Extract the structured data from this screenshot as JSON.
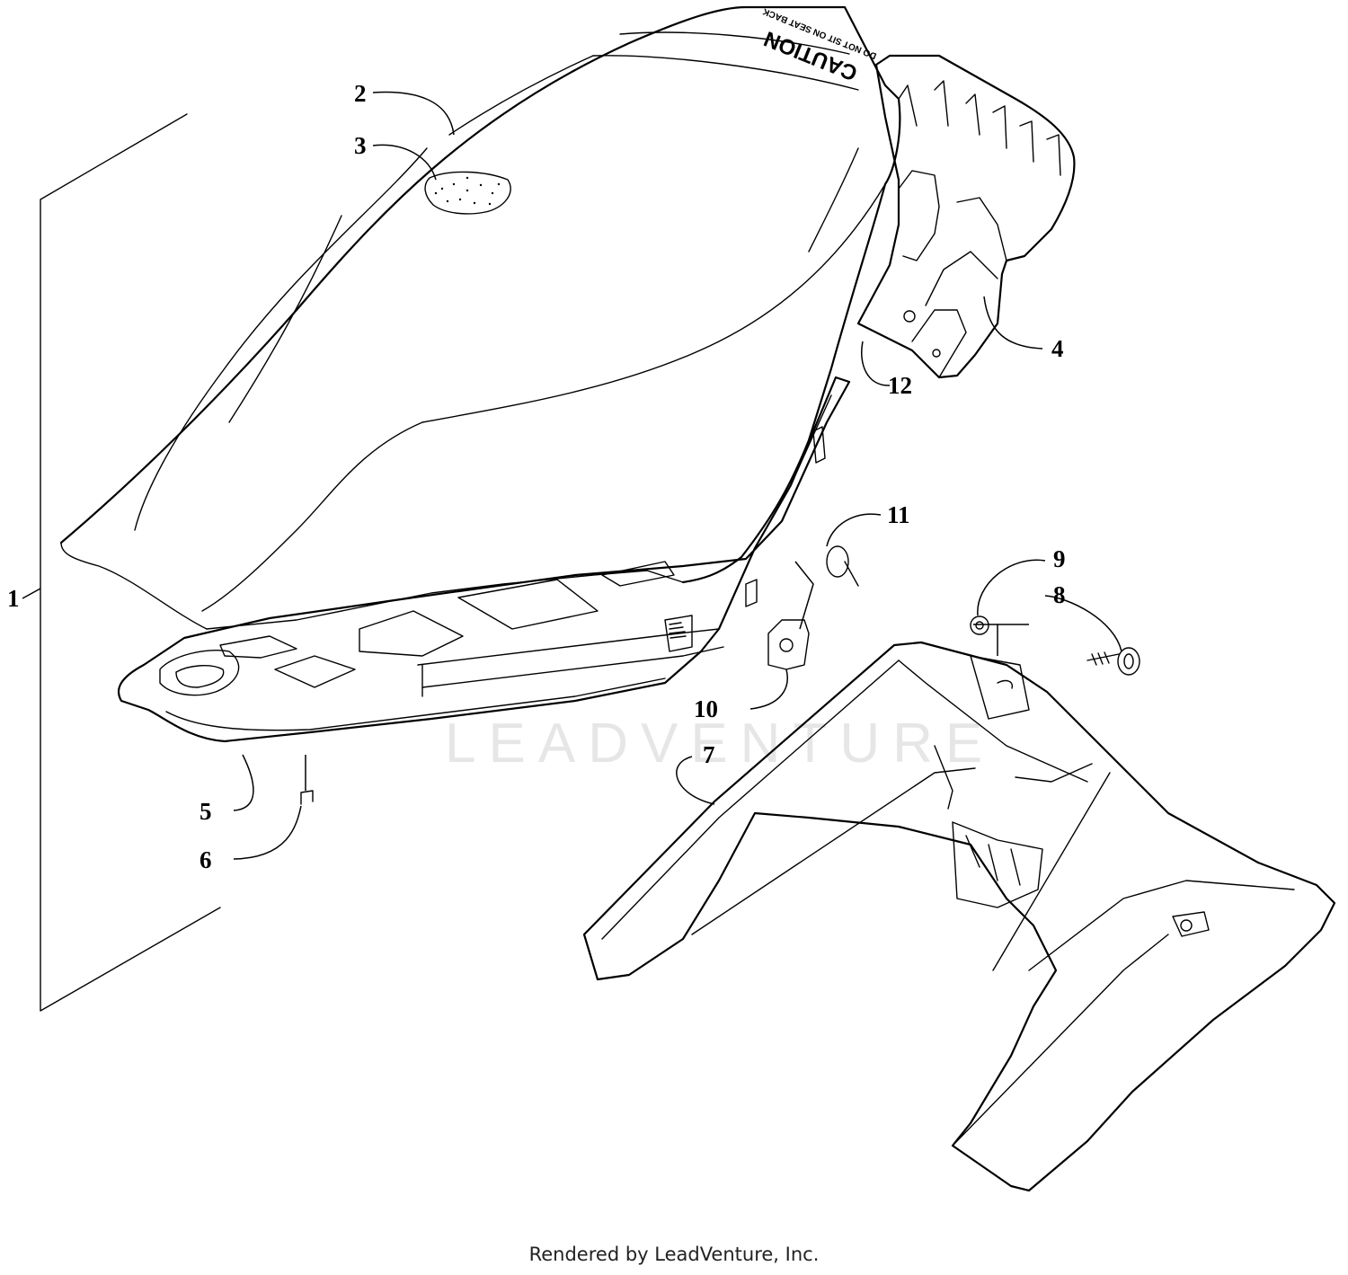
{
  "watermark": "LEADVENTURE",
  "caution_label": {
    "title": "CAUTION",
    "subtitle": "DO NOT SIT ON SEAT BACK"
  },
  "callouts": {
    "c1": "1",
    "c2": "2",
    "c3": "3",
    "c4": "4",
    "c5": "5",
    "c6": "6",
    "c7": "7",
    "c8": "8",
    "c9": "9",
    "c10": "10",
    "c11": "11",
    "c12": "12"
  },
  "footer": "Rendered by LeadVenture, Inc."
}
